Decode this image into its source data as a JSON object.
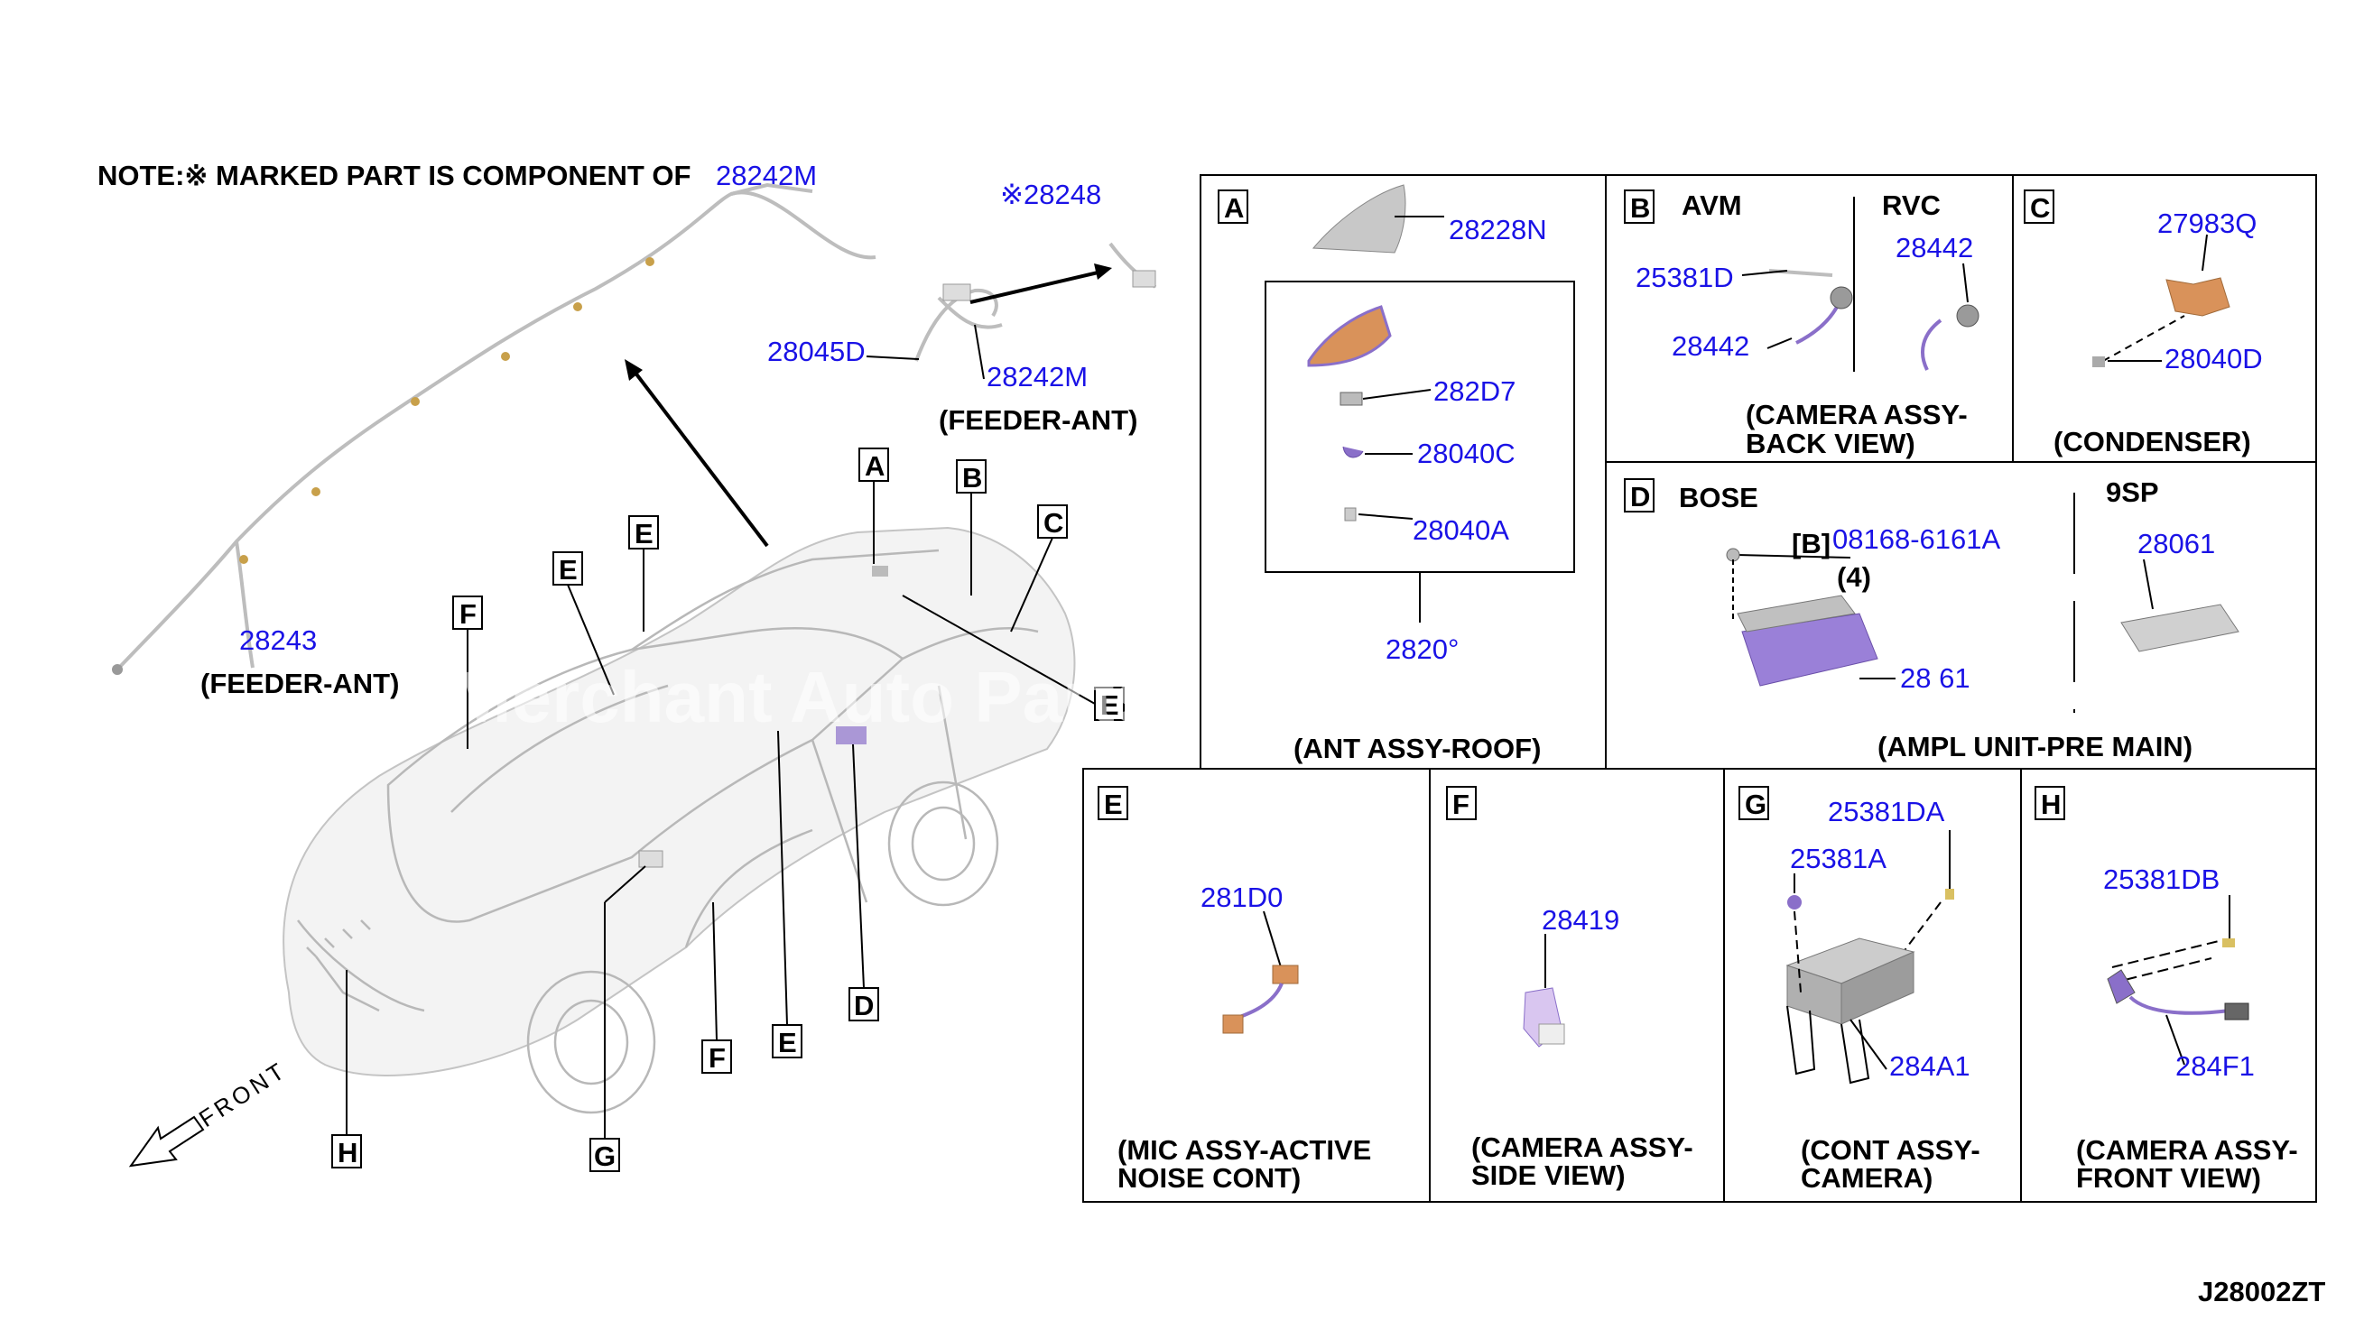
{
  "note": {
    "prefix": "NOTE:※ MARKED PART IS COMPONENT OF",
    "part": "28242M"
  },
  "overview": {
    "harness_part": "28243",
    "harness_caption": "(FEEDER-ANT)",
    "feeder_parts": {
      "marked": "※28248",
      "left": "28045D",
      "right": "28242M"
    },
    "feeder_caption": "(FEEDER-ANT)",
    "front_label": "FRONT",
    "callouts": [
      "A",
      "B",
      "C",
      "D",
      "E",
      "E",
      "E",
      "E",
      "F",
      "F",
      "G",
      "H"
    ]
  },
  "watermark": "Merchant Auto Parts",
  "panels": {
    "A": {
      "letter": "A",
      "parts": [
        "28228N",
        "282D7",
        "28040C",
        "28040A",
        "2820°"
      ],
      "caption": "(ANT ASSY-ROOF)"
    },
    "B": {
      "letter": "B",
      "left_title": "AVM",
      "right_title": "RVC",
      "parts": [
        "25381D",
        "28442",
        "28442"
      ],
      "caption_line1": "(CAMERA ASSY-",
      "caption_line2": "BACK VIEW)"
    },
    "C": {
      "letter": "C",
      "parts": [
        "27983Q",
        "28040D"
      ],
      "caption": "(CONDENSER)"
    },
    "D": {
      "letter": "D",
      "left_title": "BOSE",
      "right_title": "9SP",
      "bolt_ref": "[B]",
      "bolt_part": "08168-6161A",
      "bolt_qty": "(4)",
      "parts": [
        "28061",
        "28 61"
      ],
      "caption": "(AMPL UNIT-PRE MAIN)"
    },
    "E": {
      "letter": "E",
      "parts": [
        "281D0"
      ],
      "caption_line1": "(MIC ASSY-ACTIVE",
      "caption_line2": "NOISE CONT)"
    },
    "F": {
      "letter": "F",
      "parts": [
        "28419"
      ],
      "caption_line1": "(CAMERA ASSY-",
      "caption_line2": "SIDE VIEW)"
    },
    "G": {
      "letter": "G",
      "parts": [
        "25381DA",
        "25381A",
        "284A1"
      ],
      "caption_line1": "(CONT ASSY-",
      "caption_line2": "CAMERA)"
    },
    "H": {
      "letter": "H",
      "parts": [
        "25381DB",
        "284F1"
      ],
      "caption_line1": "(CAMERA ASSY-",
      "caption_line2": "FRONT VIEW)"
    }
  },
  "diagram_code": "J28002ZT",
  "colors": {
    "part_number": "#1a12e6",
    "text": "#000000",
    "part_copper": "#d9925a",
    "part_purple": "#8a6fc9",
    "part_grey": "#b5b5b5"
  }
}
